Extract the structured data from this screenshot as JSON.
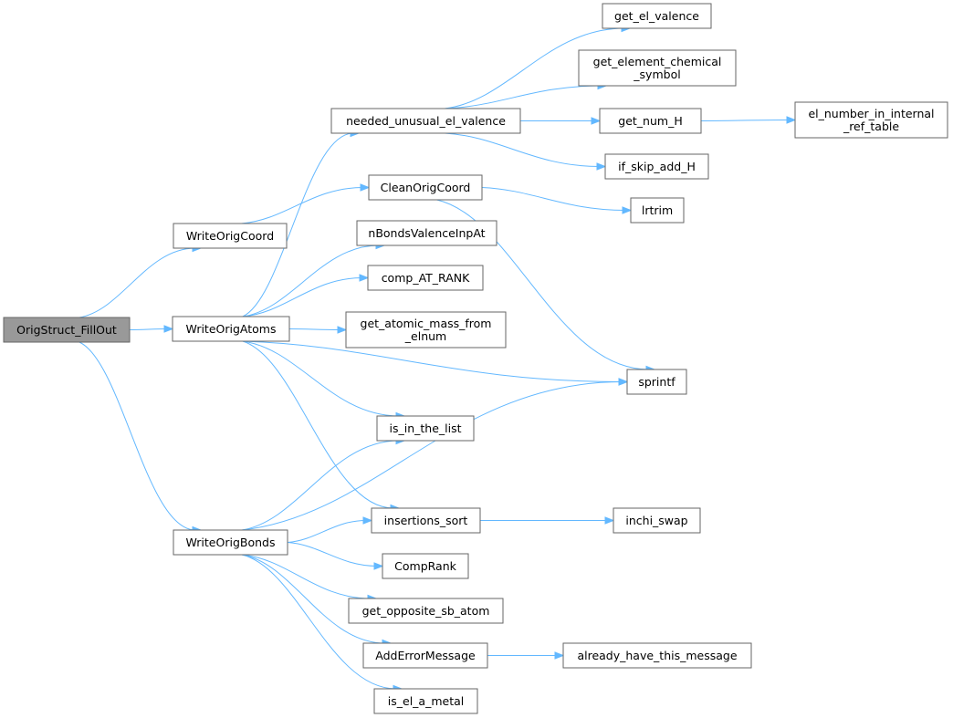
{
  "graph": {
    "edge_color": "#63b8ff",
    "root_fill": "#999999",
    "node_border": "#666666",
    "nodes": [
      {
        "id": "root",
        "label": [
          "OrigStruct_FillOut"
        ]
      },
      {
        "id": "woc",
        "label": [
          "WriteOrigCoord"
        ]
      },
      {
        "id": "woa",
        "label": [
          "WriteOrigAtoms"
        ]
      },
      {
        "id": "wob",
        "label": [
          "WriteOrigBonds"
        ]
      },
      {
        "id": "nuev",
        "label": [
          "needed_unusual_el_valence"
        ]
      },
      {
        "id": "coc",
        "label": [
          "CleanOrigCoord"
        ]
      },
      {
        "id": "nbv",
        "label": [
          "nBondsValenceInpAt"
        ]
      },
      {
        "id": "car",
        "label": [
          "comp_AT_RANK"
        ]
      },
      {
        "id": "gam",
        "label": [
          "get_atomic_mass_from",
          "_elnum"
        ]
      },
      {
        "id": "iitl",
        "label": [
          "is_in_the_list"
        ]
      },
      {
        "id": "isort",
        "label": [
          "insertions_sort"
        ]
      },
      {
        "id": "cr",
        "label": [
          "CompRank"
        ]
      },
      {
        "id": "gosa",
        "label": [
          "get_opposite_sb_atom"
        ]
      },
      {
        "id": "aem",
        "label": [
          "AddErrorMessage"
        ]
      },
      {
        "id": "ieam",
        "label": [
          "is_el_a_metal"
        ]
      },
      {
        "id": "gev",
        "label": [
          "get_el_valence"
        ]
      },
      {
        "id": "gecs",
        "label": [
          "get_element_chemical",
          "_symbol"
        ]
      },
      {
        "id": "gnh",
        "label": [
          "get_num_H"
        ]
      },
      {
        "id": "isah",
        "label": [
          "if_skip_add_H"
        ]
      },
      {
        "id": "lrtrim",
        "label": [
          "lrtrim"
        ]
      },
      {
        "id": "sprintf",
        "label": [
          "sprintf"
        ]
      },
      {
        "id": "iswap",
        "label": [
          "inchi_swap"
        ]
      },
      {
        "id": "ahtm",
        "label": [
          "already_have_this_message"
        ]
      },
      {
        "id": "enirt",
        "label": [
          "el_number_in_internal",
          "_ref_table"
        ]
      }
    ],
    "edges": [
      [
        "root",
        "woc"
      ],
      [
        "root",
        "woa"
      ],
      [
        "root",
        "wob"
      ],
      [
        "woc",
        "coc"
      ],
      [
        "woa",
        "nuev"
      ],
      [
        "woa",
        "nbv"
      ],
      [
        "woa",
        "car"
      ],
      [
        "woa",
        "gam"
      ],
      [
        "woa",
        "sprintf"
      ],
      [
        "woa",
        "iitl"
      ],
      [
        "woa",
        "isort"
      ],
      [
        "wob",
        "iitl"
      ],
      [
        "wob",
        "sprintf"
      ],
      [
        "wob",
        "isort"
      ],
      [
        "wob",
        "cr"
      ],
      [
        "wob",
        "gosa"
      ],
      [
        "wob",
        "aem"
      ],
      [
        "wob",
        "ieam"
      ],
      [
        "nuev",
        "gev"
      ],
      [
        "nuev",
        "gecs"
      ],
      [
        "nuev",
        "gnh"
      ],
      [
        "nuev",
        "isah"
      ],
      [
        "coc",
        "lrtrim"
      ],
      [
        "coc",
        "sprintf"
      ],
      [
        "gnh",
        "enirt"
      ],
      [
        "isort",
        "iswap"
      ],
      [
        "aem",
        "ahtm"
      ]
    ]
  }
}
